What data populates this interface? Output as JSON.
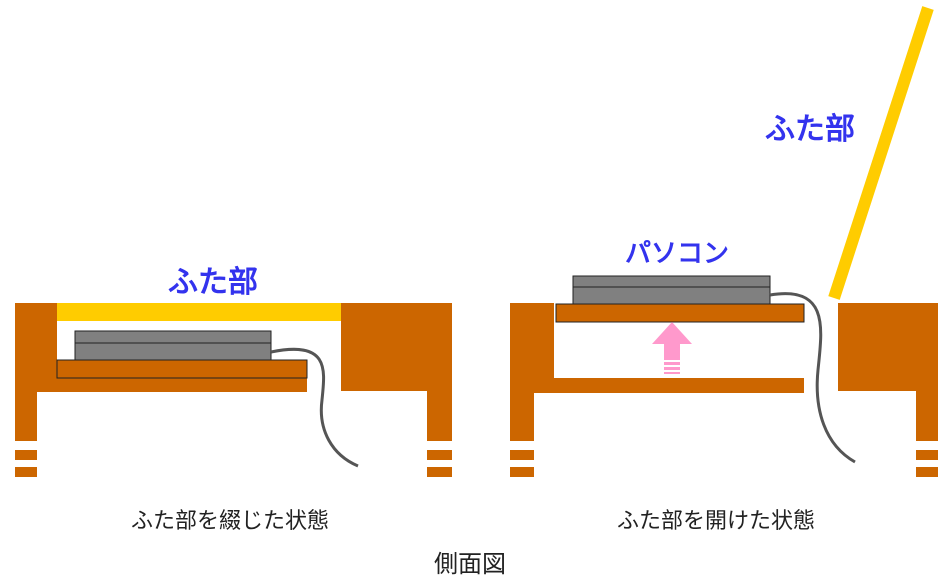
{
  "colors": {
    "furniture": "#CC6600",
    "lid": "#FFCC00",
    "laptop": "#808080",
    "cable": "#555555",
    "arrow": "#FF99CC",
    "label_blue": "#3333EE"
  },
  "left_diagram": {
    "lid_label": "ふた部",
    "caption": "ふた部を綴じた状態"
  },
  "right_diagram": {
    "lid_label": "ふた部",
    "laptop_label": "パソコン",
    "caption": "ふた部を開けた状態"
  },
  "title": "側面図"
}
